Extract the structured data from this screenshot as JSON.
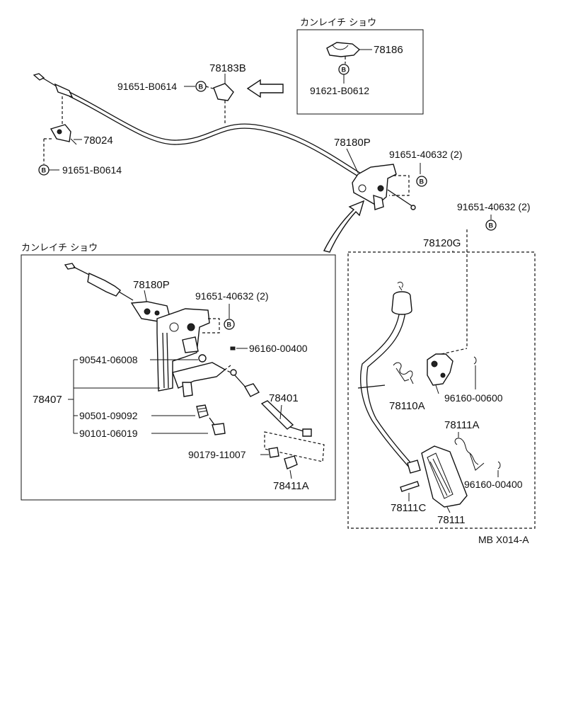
{
  "diagram": {
    "footer_code": "MB X014-A",
    "upper_cable": {
      "part_cable": "78180P",
      "part_clamp_upper": "78183B",
      "part_clamp_left": "78024",
      "bolt_clamp_upper": "91651-B0614",
      "bolt_clamp_left": "91651-B0614",
      "bolt_bracket": "91651-40632 (2)"
    },
    "inset_top": {
      "title": "カンレイチ ショウ",
      "part_clamp": "78186",
      "bolt": "91621-B0612"
    },
    "inset_left": {
      "title": "カンレイチ ショウ",
      "part_cable": "78180P",
      "bolt_bracket": "91651-40632 (2)",
      "assembly": "78407",
      "pin": "96160-00400",
      "bolt_a": "90541-06008",
      "bolt_b": "90501-09092",
      "bolt_c": "90101-06019",
      "rod": "78401",
      "nut": "90179-11007",
      "cap": "78411A"
    },
    "pedal_assembly": {
      "assembly": "78120G",
      "bolt": "91651-40632 (2)",
      "spring": "78110A",
      "pin_upper": "96160-00600",
      "spring_pedal": "78111A",
      "pin_lower": "96160-00400",
      "pin_pad": "78111C",
      "pad": "78111"
    },
    "bolt_marker": "B"
  }
}
